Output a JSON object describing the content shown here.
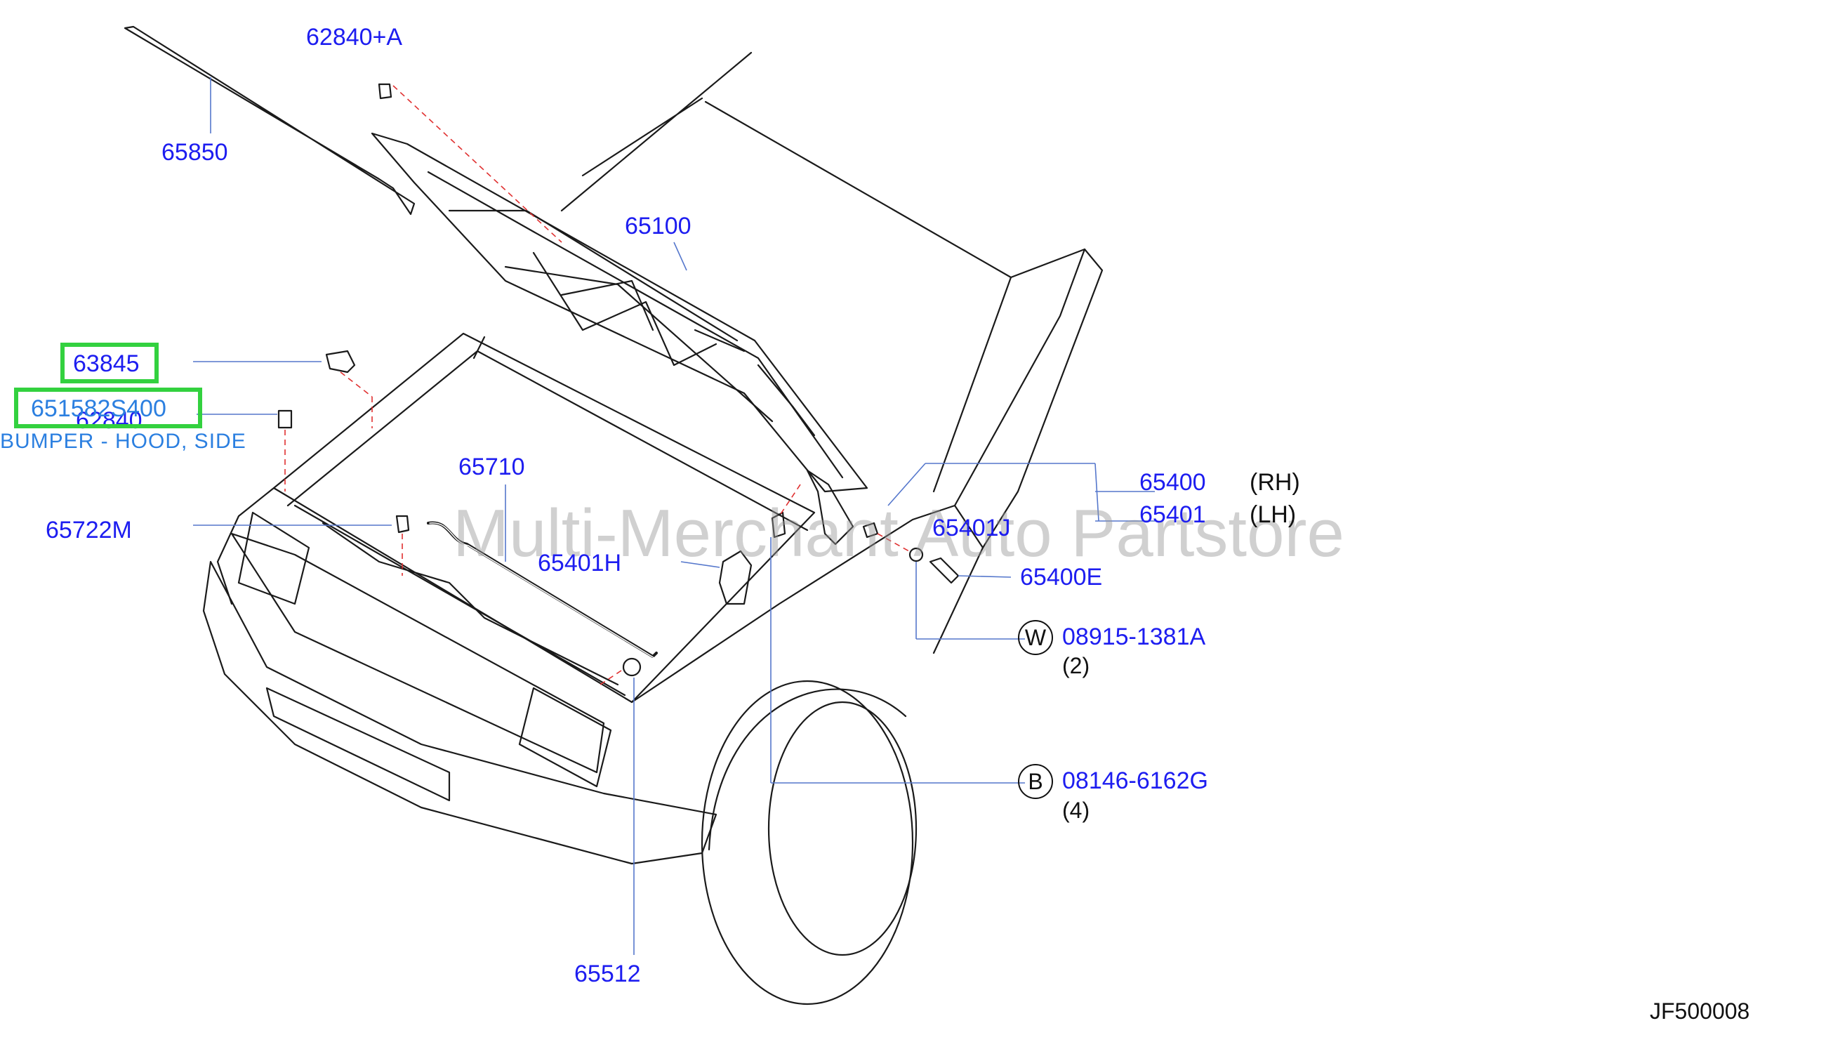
{
  "watermark": "Multi-Merchant Auto Partstore",
  "diagram_code": "JF500008",
  "labels": {
    "p62840A": "62840+A",
    "p65850": "65850",
    "p65100": "65100",
    "p63845": "63845",
    "p651582S400": "651582S400",
    "p62840": "62840",
    "bumper": "BUMPER - HOOD, SIDE",
    "p65710": "65710",
    "p65722M": "65722M",
    "p65401H": "65401H",
    "p65400": "65400",
    "rh": "(RH)",
    "p65401": "65401",
    "lh": "(LH)",
    "p65401J": "65401J",
    "p65400E": "65400E",
    "p08915": "08915-1381A",
    "w_letter": "W",
    "qty2": "(2)",
    "p08146": "08146-6162G",
    "b_letter": "B",
    "qty4": "(4)",
    "p65512": "65512"
  },
  "colors": {
    "part_label": "#1d1df0",
    "highlight": "#33d13f",
    "leader_dashed": "#e03030",
    "line_art": "#1a1a1a",
    "leader_solid": "#5577cc"
  }
}
